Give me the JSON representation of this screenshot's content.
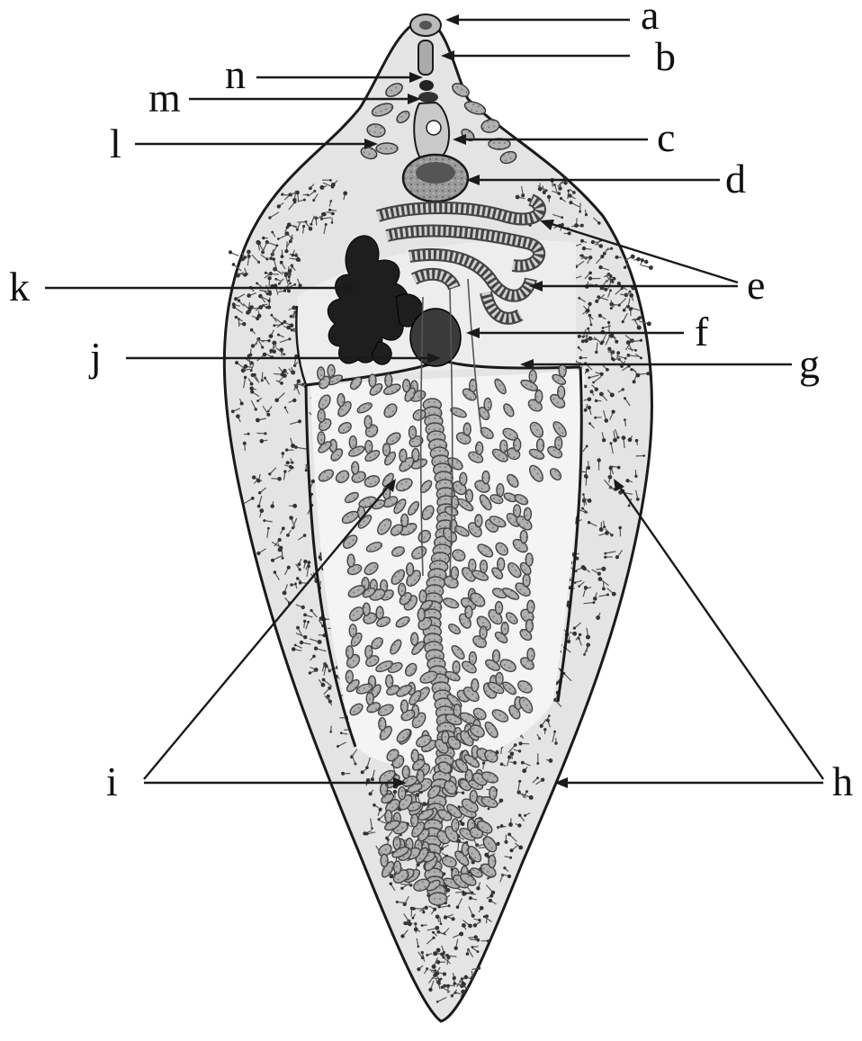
{
  "colors": {
    "background": "#ffffff",
    "body_fill": "#e4e4e4",
    "ink": "#1a1a1a",
    "uterus_fill": "#a9a9a9",
    "ovary_fill": "#2a2a2a",
    "testis_fill": "#8c8c8c"
  },
  "labels": [
    "a",
    "b",
    "c",
    "d",
    "e",
    "f",
    "g",
    "h",
    "i",
    "j",
    "k",
    "l",
    "m",
    "n"
  ]
}
